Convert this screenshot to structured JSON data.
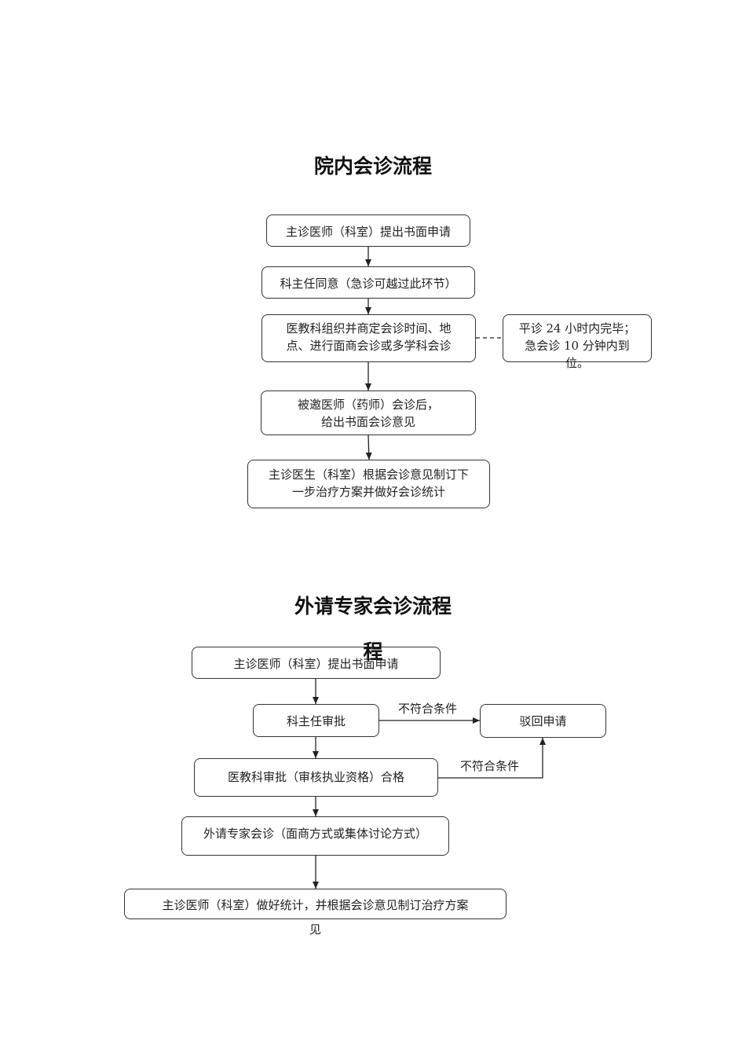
{
  "flow1": {
    "title": "院内会诊流程",
    "step1": "主诊医师（科室）提出书面申请",
    "step2": "科主任同意（急诊可越过此环节）",
    "step3_line1": "医教科组织并商定会诊时间、地",
    "step3_line2": "点、进行面商会诊或多学科会诊",
    "note_line1": "平诊 24 小时内完毕；",
    "note_line2": "急会诊 10 分钟内到",
    "note_line3": "位。",
    "step4_line1": "被邀医师（药师）会诊后，",
    "step4_line2": "给出书面会诊意见",
    "step5_line1": "主诊医生（科室）根据会诊意见制订下",
    "step5_line2": "一步治疗方案并做好会诊统计"
  },
  "flow2": {
    "title": "外请专家会诊流程",
    "title_overflow": "程",
    "step1": "主诊医师（科室）提出书面申请",
    "step2": "科主任审批",
    "reject_box": "驳回申请",
    "reject_label_1": "不符合条件",
    "step3": "医教科审批（审核执业资格）合格",
    "reject_label_2": "不符合条件",
    "step4": "外请专家会诊（面商方式或集体讨论方式）",
    "step5": "主诊医师（科室）做好统计，并根据会诊意见制订治疗方案",
    "step5_overflow": "见"
  }
}
